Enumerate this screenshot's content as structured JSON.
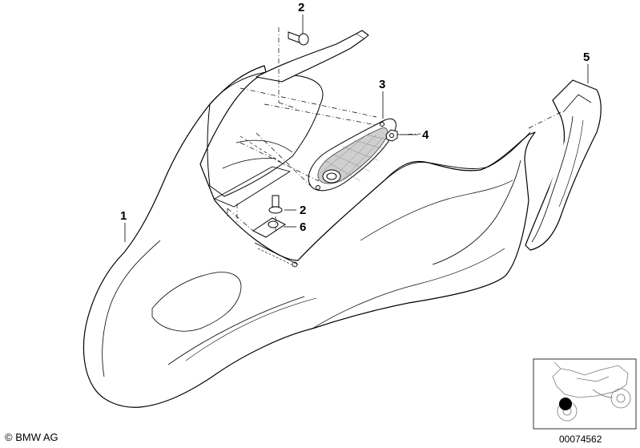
{
  "diagram": {
    "callouts": [
      {
        "id": "1",
        "label": "1"
      },
      {
        "id": "2a",
        "label": "2"
      },
      {
        "id": "2b",
        "label": "2"
      },
      {
        "id": "3",
        "label": "3"
      },
      {
        "id": "4",
        "label": "4"
      },
      {
        "id": "5",
        "label": "5"
      },
      {
        "id": "6",
        "label": "6"
      }
    ]
  },
  "footer": {
    "copyright": "© BMW AG",
    "document_number": "00074562"
  },
  "colors": {
    "line": "#000000",
    "part_fill": "#ffffff",
    "grille": "#9a9a9a",
    "locator_dot": "#000000"
  }
}
